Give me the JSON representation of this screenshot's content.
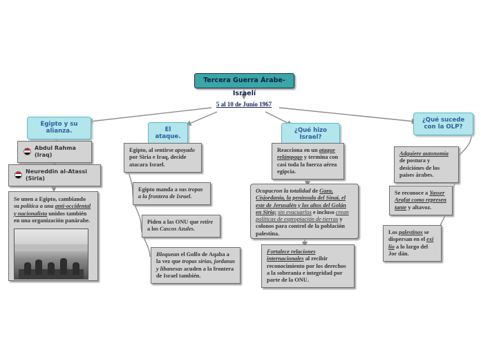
{
  "root": {
    "title": "Tercera Guerra Árabe-Israelí"
  },
  "date": {
    "text": "5 al 10 de Junio 1967"
  },
  "branches": {
    "egipto": {
      "title": "Egipto y su alianza.",
      "persons": [
        {
          "name": "Abdul Rahma (Iraq)",
          "flag_colors": [
            "#ce1126",
            "#ffffff",
            "#000000"
          ]
        },
        {
          "name": "Neureddin al-Atassi (Siria)",
          "flag_colors": [
            "#ce1126",
            "#ffffff",
            "#000000"
          ]
        }
      ],
      "alliance": {
        "p1": "Se unen a Egipto, cambiando su",
        "p2": "política a una",
        "p3": "anti-occidental y nacionalista",
        "p4": "unidos también en una organización panárabe."
      }
    },
    "ataque": {
      "title": "El ataque.",
      "item1": {
        "p1": "Egipto, al sentirse",
        "p2": "apoyado",
        "p3": "por Siria e Iraq, decide atacara Israel."
      },
      "item2": {
        "p1": "Egipto manda a sus",
        "p2": "tropas a la frontera de Israel."
      },
      "item3": {
        "p1": "Piden a las ONU que",
        "p2": "retire",
        "p3": "a los",
        "p4": "Cascos Azules."
      },
      "item4": {
        "p1": "Bloquean",
        "p2": "el Golfo de Aqaba a la vez que",
        "p3": "tropas sirias, jordanas y libanesas",
        "p4": "acuden a la frontera de Israel también."
      }
    },
    "israel": {
      "title": "¿Qué hizo Israel?",
      "item1": {
        "p1": "Reacciona en un",
        "p2": "ataque relámpago",
        "p3": "y termina con casi toda la fuerza aérea egipcia."
      },
      "item2": {
        "p1": "Ocupacron la totalidad",
        "p2": "de",
        "p3": "Gaza, Cisjordania, la península del Sinaí, el este de Jerusalén y los altos del Golán en Siria;",
        "p4": "sin evacuarlos",
        "p5": "e incluso",
        "p6": "crean políticas de expropiación de tierras",
        "p7": "y colonos para control de la población palestina."
      },
      "item3": {
        "p1": "Fortalece relaciones internacionales",
        "p2": "al recibir reconocimiento por los derechos a la soberania e integridad por parte de la ONU."
      }
    },
    "olp": {
      "title": "¿Qué sucede con la OLP?",
      "item1": {
        "p1": "Adquiere autonomía",
        "p2": "de postura y desiciónes de los países árabes."
      },
      "item2": {
        "p1": "Se reconoce a",
        "p2": "Yasser Arafat como represen tante",
        "p3": "y altavoz."
      },
      "item3": {
        "p1": "Los",
        "p2": "palestinos",
        "p3": "se dispersan en el",
        "p4": "exi lio",
        "p5": "a lo largo del Jor dán."
      }
    }
  },
  "colors": {
    "topic_fill": "#b3e5ec",
    "topic_border": "#58b9c8",
    "box_fill": "#d3d3d3",
    "root_fill": "#3aa6a6",
    "link": "#8c8c8c"
  }
}
